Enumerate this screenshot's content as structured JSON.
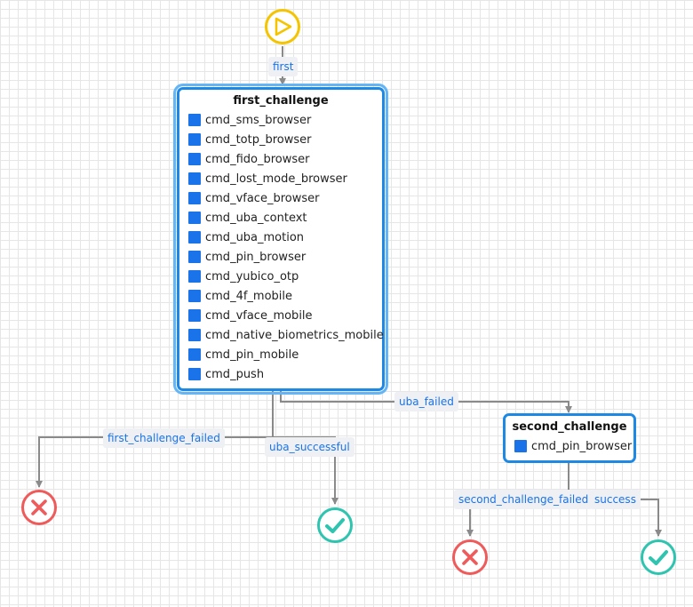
{
  "colors": {
    "start": "#f5c400",
    "failure": "#ef5a5a",
    "success": "#2ec4b0",
    "node_border": "#1e88e5",
    "command_icon": "#1a73e8",
    "edge": "#8a8a8a",
    "label_text": "#1a73e8",
    "label_bg": "#eef0f4"
  },
  "start_node": {
    "icon": "play-icon"
  },
  "first_challenge": {
    "title": "first_challenge",
    "commands": [
      "cmd_sms_browser",
      "cmd_totp_browser",
      "cmd_fido_browser",
      "cmd_lost_mode_browser",
      "cmd_vface_browser",
      "cmd_uba_context",
      "cmd_uba_motion",
      "cmd_pin_browser",
      "cmd_yubico_otp",
      "cmd_4f_mobile",
      "cmd_vface_mobile",
      "cmd_native_biometrics_mobile",
      "cmd_pin_mobile",
      "cmd_push"
    ]
  },
  "second_challenge": {
    "title": "second_challenge",
    "commands": [
      "cmd_pin_browser"
    ]
  },
  "edges": {
    "first": "first",
    "uba_failed": "uba_failed",
    "first_challenge_failed": "first_challenge_failed",
    "uba_successful": "uba_successful",
    "second_challenge_failed": "second_challenge_failed",
    "success": "success"
  },
  "end_nodes": {
    "failure_icon": "close-icon",
    "success_icon": "check-icon"
  }
}
